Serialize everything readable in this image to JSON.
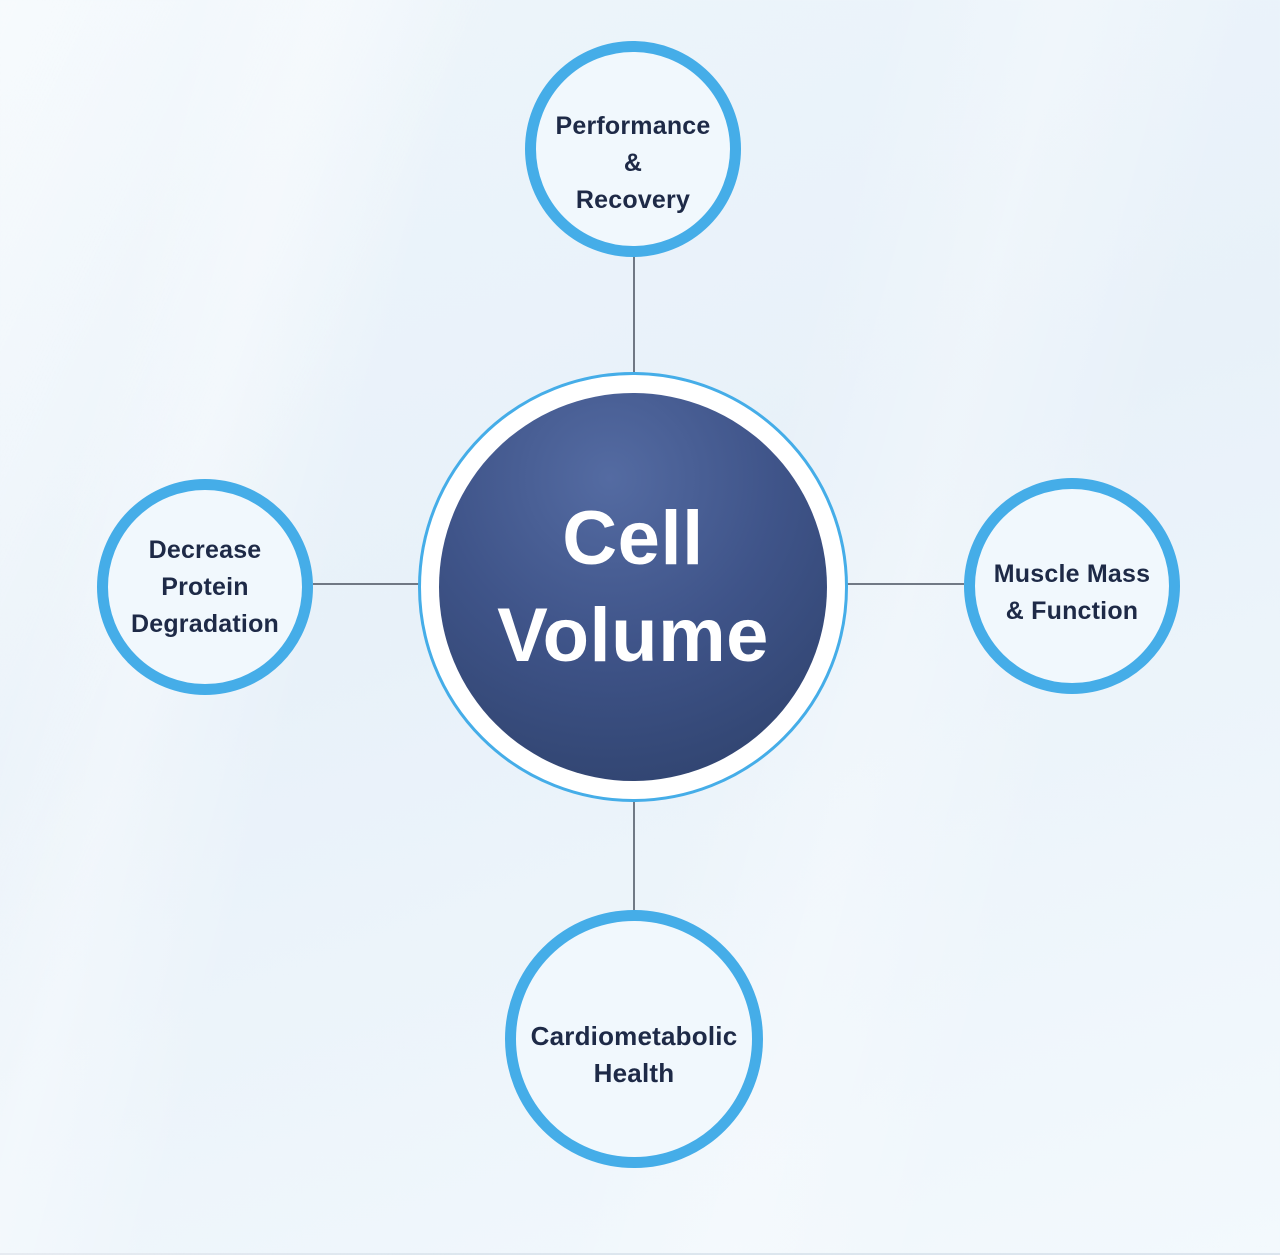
{
  "diagram": {
    "center": {
      "lines": [
        "Cell",
        "Volume"
      ]
    },
    "nodes": {
      "top": {
        "lines": [
          "Performance",
          "&",
          "Recovery"
        ]
      },
      "right": {
        "lines": [
          "Muscle Mass",
          "& Function"
        ]
      },
      "bottom": {
        "lines": [
          "Cardiometabolic",
          "Health"
        ]
      },
      "left": {
        "lines": [
          "Decrease",
          "Protein",
          "Degradation"
        ]
      }
    }
  },
  "colors": {
    "accent": "#45ade8",
    "node-fill": "#f1f8fd",
    "node-text": "#1e2a47",
    "center-text": "#ffffff",
    "connector": "#5a6370",
    "center-grad-a": "#546ba2",
    "center-grad-b": "#3f5489",
    "center-grad-c": "#2c3f68",
    "bg-a": "#edf5fb",
    "bg-b": "#e8f1f9",
    "bg-c": "#f3f9fd"
  }
}
